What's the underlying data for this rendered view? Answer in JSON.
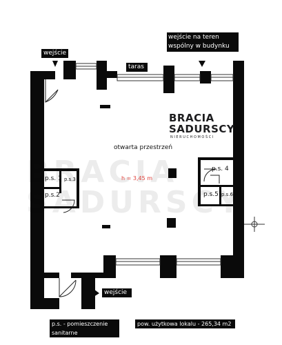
{
  "labels": {
    "entrance_top": "wejście",
    "entrance_shared": "wejście na teren wspólny w budynku",
    "terrace": "taras",
    "open_space": "otwarta przestrzeń",
    "height": "h = 3,45 m",
    "ps1": "p.s. 1",
    "ps2": "p.s.2",
    "ps3": "p.s.3",
    "ps4": "p.s. 4",
    "ps5": "p.s.5",
    "ps6": "p.s.6",
    "entrance_bottom": "wejście",
    "legend_ps": "p.s. - pomieszczenie sanitarne",
    "area": "pow. użytkowa lokalu - 265,34 m2"
  },
  "logo": {
    "line1_a": "BRACIA",
    "line1_b": "",
    "line2": "SADURSCY",
    "sub": "NIERUCHOMOŚCI",
    "accent_color": "#e0403a"
  },
  "watermark": "BRACIA SADURSCY"
}
